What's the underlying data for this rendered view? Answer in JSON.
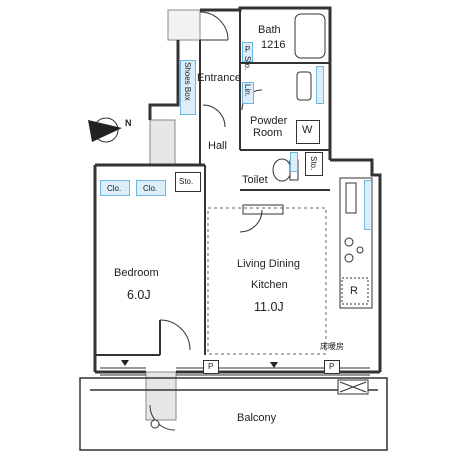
{
  "rooms": {
    "bath": "Bath",
    "bath_size": "1216",
    "entrance": "Entrance",
    "shoes_box": "Shoes Box",
    "powder_room_1": "Powder",
    "powder_room_2": "Room",
    "washer": "W",
    "hall": "Hall",
    "toilet": "Toilet",
    "bedroom": "Bedroom",
    "bedroom_size": "6.0J",
    "ldk_1": "Living Dining",
    "ldk_2": "Kitchen",
    "ldk_size": "11.0J",
    "floor_heating": "床暖房",
    "balcony": "Balcony"
  },
  "storage": {
    "sto": "Sto.",
    "clo": "Clo.",
    "lin": "Lin.",
    "pipe": "P",
    "refrigerator": "R"
  },
  "compass": {
    "north": "N"
  },
  "colors": {
    "wall": "#333333",
    "storage_fill": "#dbeefa",
    "storage_edge": "#6fb7e0",
    "column_fill": "#e6e6e6"
  }
}
